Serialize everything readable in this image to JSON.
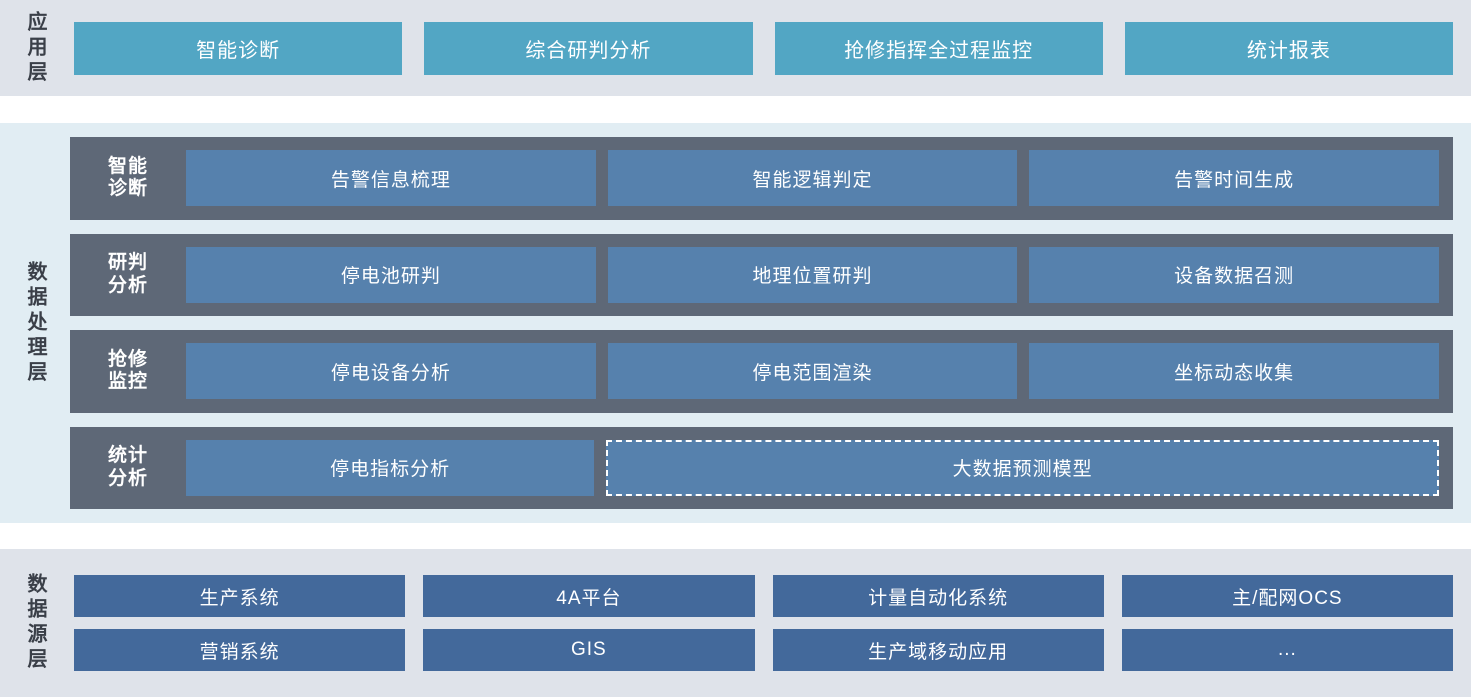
{
  "layers": {
    "application": {
      "label": "应用层",
      "tiles": [
        {
          "label": "智能诊断"
        },
        {
          "label": "综合研判分析"
        },
        {
          "label": "抢修指挥全过程监控"
        },
        {
          "label": "统计报表"
        }
      ]
    },
    "data_processing": {
      "label": "数据处理层",
      "rows": [
        {
          "label": "智能\n诊断",
          "label_line1": "智能",
          "label_line2": "诊断",
          "tiles": [
            {
              "label": "告警信息梳理",
              "dashed": false
            },
            {
              "label": "智能逻辑判定",
              "dashed": false
            },
            {
              "label": "告警时间生成",
              "dashed": false
            }
          ]
        },
        {
          "label_line1": "研判",
          "label_line2": "分析",
          "tiles": [
            {
              "label": "停电池研判",
              "dashed": false
            },
            {
              "label": "地理位置研判",
              "dashed": false
            },
            {
              "label": "设备数据召测",
              "dashed": false
            }
          ]
        },
        {
          "label_line1": "抢修",
          "label_line2": "监控",
          "tiles": [
            {
              "label": "停电设备分析",
              "dashed": false
            },
            {
              "label": "停电范围渲染",
              "dashed": false
            },
            {
              "label": "坐标动态收集",
              "dashed": false
            }
          ]
        },
        {
          "label_line1": "统计",
          "label_line2": "分析",
          "tiles": [
            {
              "label": "停电指标分析",
              "dashed": false
            },
            {
              "label": "大数据预测模型",
              "dashed": true
            }
          ]
        }
      ]
    },
    "data_source": {
      "label": "数据源层",
      "rows": [
        {
          "tiles": [
            {
              "label": "生产系统"
            },
            {
              "label": "4A平台"
            },
            {
              "label": "计量自动化系统"
            },
            {
              "label": "主/配网OCS"
            }
          ]
        },
        {
          "tiles": [
            {
              "label": "营销系统"
            },
            {
              "label": "GIS"
            },
            {
              "label": "生产域移动应用"
            },
            {
              "label": "..."
            }
          ]
        }
      ]
    }
  },
  "colors": {
    "application_band_bg": "#dfe3ea",
    "application_tile": "#52a6c4",
    "processing_band_bg": "#e1edf3",
    "processing_row": "#5e6877",
    "processing_tile": "#5681ad",
    "source_band_bg": "#dfe3ea",
    "source_tile": "#43699b",
    "label_text": "#3a3f48",
    "tile_text": "#ffffff",
    "page_bg": "#ffffff"
  }
}
